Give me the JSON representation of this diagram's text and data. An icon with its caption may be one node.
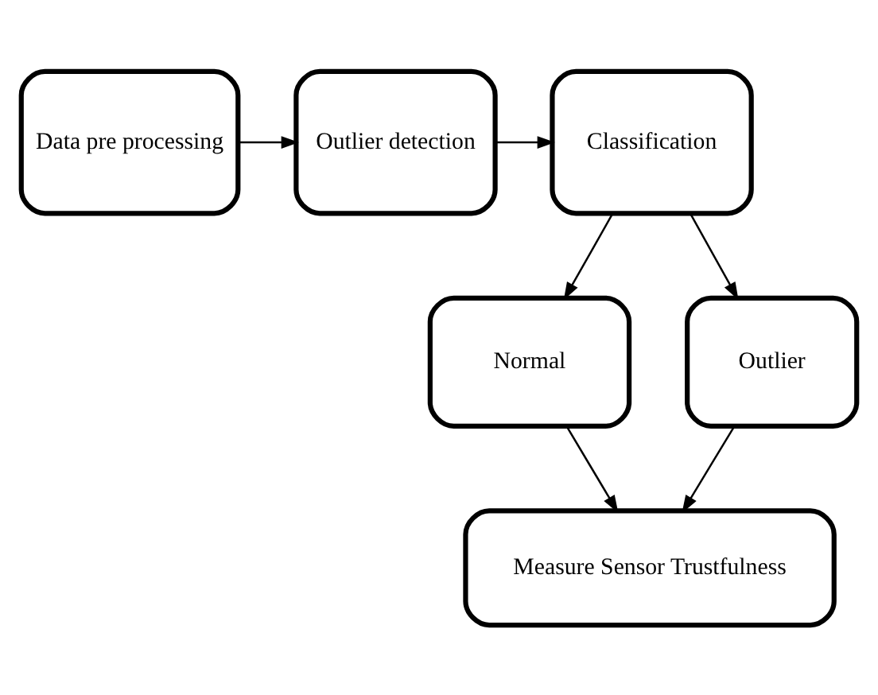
{
  "diagram": {
    "nodes": [
      {
        "text": [
          "Data pre processing"
        ]
      },
      {
        "text": [
          "Outlier detection"
        ]
      },
      {
        "text": [
          "Classification"
        ]
      },
      {
        "text": [
          "Normal"
        ]
      },
      {
        "text": [
          "Outlier"
        ]
      },
      {
        "text": [
          "Measure Sensor Trustfulness"
        ]
      }
    ],
    "edges": [
      {
        "from": 0,
        "to": 1,
        "arrow": "to"
      },
      {
        "from": 1,
        "to": 2,
        "arrow": "to"
      },
      {
        "from": 2,
        "to": 3,
        "arrow": "to"
      },
      {
        "from": 2,
        "to": 4,
        "arrow": "to"
      },
      {
        "from": 3,
        "to": 5,
        "arrow": "to"
      },
      {
        "from": 4,
        "to": 5,
        "arrow": "to"
      }
    ]
  }
}
